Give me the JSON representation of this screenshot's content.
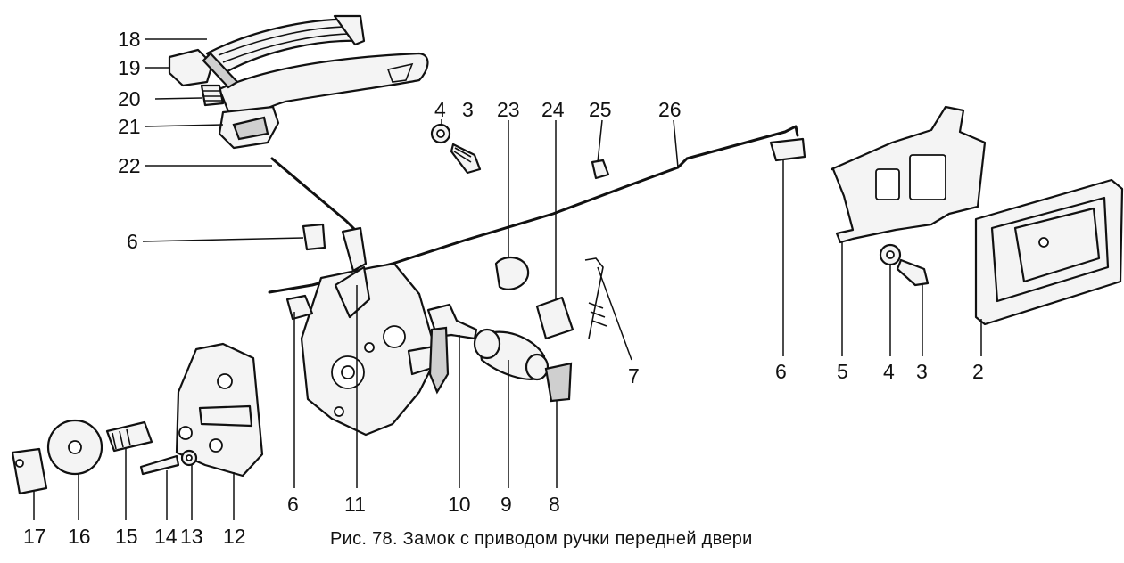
{
  "caption": "Рис. 78. Замок с приводом ручки передней двери",
  "labels": [
    "18",
    "19",
    "20",
    "21",
    "22",
    "6",
    "4",
    "3",
    "23",
    "24",
    "25",
    "26",
    "6",
    "5",
    "4",
    "3",
    "2",
    "7",
    "6",
    "11",
    "10",
    "9",
    "8",
    "17",
    "16",
    "15",
    "14",
    "13",
    "12"
  ]
}
